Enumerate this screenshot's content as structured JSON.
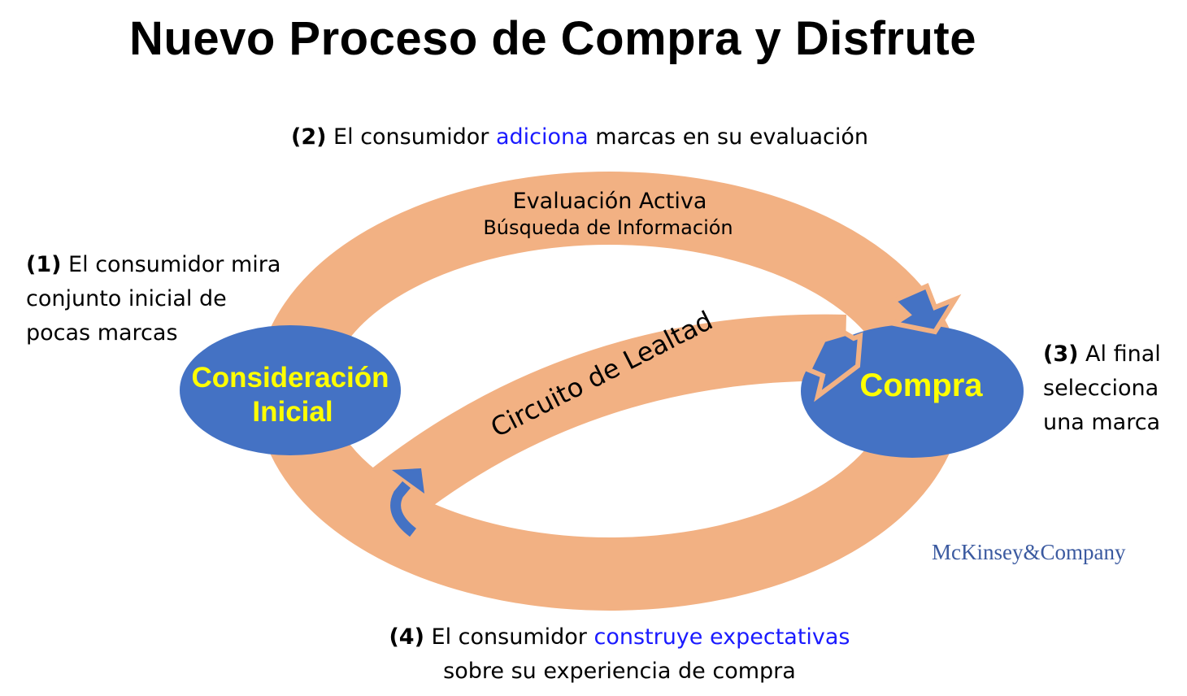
{
  "title": "Nuevo Proceso de Compra y Disfrute",
  "step1": {
    "num": "(1)",
    "line1": " El consumidor mira",
    "line2": "conjunto inicial de",
    "line3": "pocas marcas"
  },
  "step2": {
    "num": "(2)",
    "pre": " El consumidor ",
    "highlight": "adiciona",
    "post": " marcas en su evaluación"
  },
  "step3": {
    "num": "(3)",
    "line1": " Al final",
    "line2": "selecciona",
    "line3": "una marca"
  },
  "step4": {
    "num": "(4)",
    "pre": " El consumidor ",
    "highlight": "construye expectativas",
    "line2": "sobre su experiencia de compra"
  },
  "ring": {
    "label1": "Evaluación Activa",
    "label2": "Búsqueda de Información"
  },
  "loop_label": "Circuito de Lealtad",
  "node_left": {
    "line1": "Consideración",
    "line2": "Inicial"
  },
  "node_right": "Compra",
  "logo": "McKinsey&Company",
  "colors": {
    "band": "#F2B183",
    "node": "#4472C4",
    "node_text": "#FFFF00",
    "highlight": "#1A1AFF"
  }
}
